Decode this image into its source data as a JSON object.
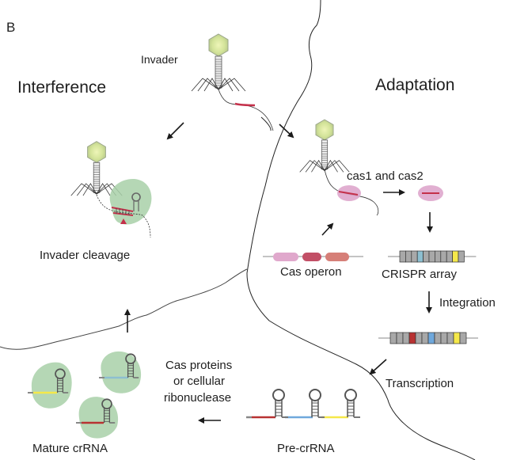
{
  "panel_label": "B",
  "sections": {
    "interference": "Interference",
    "adaptation": "Adaptation"
  },
  "labels": {
    "invader": "Invader",
    "invader_cleavage": "Invader cleavage",
    "cas1_cas2": "cas1 and cas2",
    "cas_operon": "Cas operon",
    "crispr_array": "CRISPR array",
    "integration": "Integration",
    "transcription": "Transcription",
    "pre_crrna": "Pre-crRNA",
    "processing_line1": "Cas proteins",
    "processing_line2": "or cellular",
    "processing_line3": "ribonuclease",
    "mature_crrna": "Mature crRNA"
  },
  "colors": {
    "spacer_red": "#b83232",
    "spacer_blue": "#6fa8dc",
    "spacer_blue_light": "#8dbfd0",
    "spacer_yellow": "#f5e84a",
    "repeat_gray": "#a8a8a8",
    "cas_protein_green": "#a8d0a8",
    "cas1_2_pink": "#dea6cc",
    "operon_pink": "#e0a8cc",
    "operon_crimson": "#c24f66",
    "operon_salmon": "#d67f78",
    "phage_head": "#d9e8a0",
    "invader_dna": "#c4304a"
  },
  "crispr_array_before": [
    "repeat",
    "repeat",
    "repeat",
    "blue",
    "repeat",
    "repeat",
    "repeat",
    "repeat",
    "repeat",
    "yellow",
    "repeat"
  ],
  "crispr_array_after": [
    "repeat",
    "repeat",
    "repeat",
    "red",
    "repeat",
    "repeat",
    "blue",
    "repeat",
    "repeat",
    "repeat",
    "yellow",
    "repeat"
  ]
}
